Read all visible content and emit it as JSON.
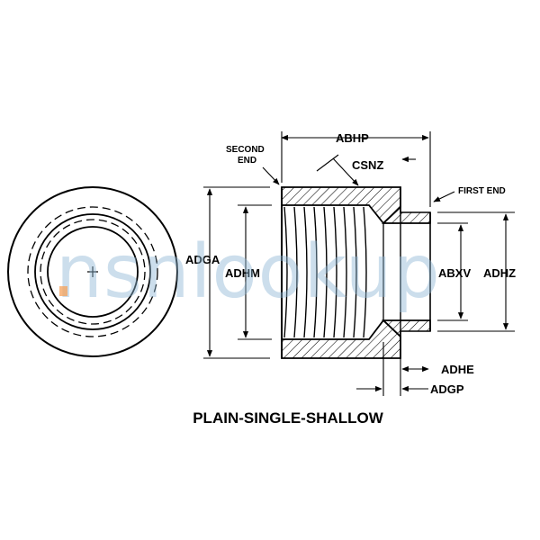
{
  "diagram": {
    "title": "PLAIN-SINGLE-SHALLOW",
    "notes": {
      "second_end": [
        "SECOND",
        "END"
      ],
      "first_end": "FIRST END"
    },
    "dimensions": {
      "abhp": "ABHP",
      "csnz": "CSNZ",
      "adga": "ADGA",
      "adhm": "ADHM",
      "abxv": "ABXV",
      "adhz": "ADHZ",
      "adhe": "ADHE",
      "adgp": "ADGP"
    },
    "watermark": "nsnlookup",
    "colors": {
      "line": "#000000",
      "background": "#ffffff",
      "watermark": "#8fb8d6",
      "watermark_accent": "#f5a25a"
    }
  }
}
